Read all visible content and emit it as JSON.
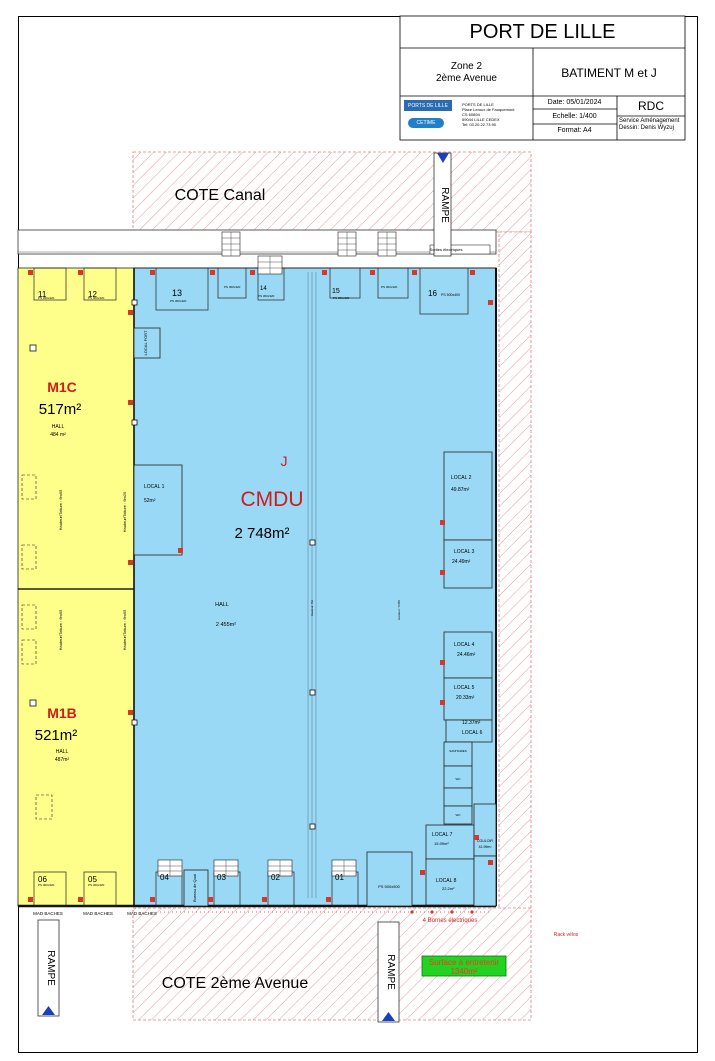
{
  "title_block": {
    "title": "PORT DE LILLE",
    "zone_line1": "Zone 2",
    "zone_line2": "2ème Avenue",
    "building": "BATIMENT M et J",
    "logo_top": "PORTS DE LILLE",
    "logo_bottom": "CETIME",
    "address_lines": [
      "PORTS DE LILLE",
      "Place Leroux de Fauquemont",
      "CS 60894",
      "59044 LILLE CEDEX",
      "Tel: 03.20.22.73.90"
    ],
    "date": "Date: 05/01/2024",
    "scale": "Echelle: 1/400",
    "format": "Format: A4",
    "level": "RDC",
    "service": "Service Aménagement",
    "drawn_by": "Dessin: Denis Wyzuj"
  },
  "labels": {
    "canal": "COTE  Canal",
    "avenue": "COTE  2ème  Avenue",
    "rampe_top": "RAMPE",
    "rampe_bottom": "RAMPE",
    "rampe_left": "RAMPE",
    "sorties": "Sorties électriques",
    "sorties_bottom": "4 Bornes électriques",
    "racks": "Rack vélos",
    "surface_line1": "Surface à entretenir",
    "surface_line2": "1340m²",
    "mad_1": "MAD BACHES",
    "mad_2": "MAD BACHES",
    "mad_3": "MAD BACHES"
  },
  "cell_j": {
    "letter": "J",
    "tenant": "CMDU",
    "area": "2 748m²",
    "hall_label": "HALL",
    "hall_area": "2 455m²"
  },
  "cell_m1c": {
    "name": "M1C",
    "area": "517m²",
    "hall_label": "HALL",
    "hall_area": "484 m²",
    "height_label": "Hauteur/Toiture : 6m95",
    "height_label_b": "Hauteur/Toiture : 6m25"
  },
  "cell_m1b": {
    "name": "M1B",
    "area": "521m²",
    "hall_label": "HALL",
    "hall_area": "487m²",
    "height_label": "Hauteur/Toiture : 6m95"
  },
  "locals": [
    {
      "name": "LOCAL 1",
      "area": "52m²"
    },
    {
      "name": "LOCAL 2",
      "area": "49.87m²"
    },
    {
      "name": "LOCAL 3",
      "area": "24.49m²"
    },
    {
      "name": "LOCAL 4",
      "area": "24.46m²"
    },
    {
      "name": "LOCAL 5",
      "area": "20.33m²"
    },
    {
      "name": "LOCAL 6",
      "area": "12.37m²"
    },
    {
      "name": "LOCAL 7",
      "area": "15.99m²"
    },
    {
      "name": "LOCAL 8",
      "area": "22.2m²"
    }
  ],
  "small_labels": {
    "local_fort": "LOCAL FORT",
    "bureau_quai": "Bureau de Quai",
    "couloir": "COULOIR",
    "couloir_area": "41.99m²",
    "wc_a": "SANITAIRES",
    "wc_b": "WC",
    "wc_c": "WC",
    "hauteur_a": "Hauteur: 8m",
    "hauteur_b": "Hauteur: 7m55"
  },
  "docks": {
    "top": [
      {
        "num": "11",
        "door": "PS 300x320"
      },
      {
        "num": "12",
        "door": "PS 300x320"
      },
      {
        "num": "13",
        "door": "PS 300x320"
      },
      {
        "num": "14",
        "door": "PS 300x320"
      },
      {
        "num": "15",
        "door": "PS 300x320"
      },
      {
        "num": "16",
        "door": "PS 500x400"
      }
    ],
    "top_doors": [
      "PS 300x320",
      "PS 300x320"
    ],
    "bottom": [
      {
        "num": "06",
        "door": "PS 300x320"
      },
      {
        "num": "05",
        "door": "PS 300x320"
      },
      {
        "num": "04",
        "door": ""
      },
      {
        "num": "03",
        "door": ""
      },
      {
        "num": "02",
        "door": ""
      },
      {
        "num": "01",
        "door": ""
      }
    ],
    "bottom_door_big": "PS 500x500"
  },
  "colors": {
    "cell_j": "#99d9f5",
    "cell_m": "#fefe8a",
    "hatch": "#e68a8a",
    "surface_green": "#22d322",
    "marker_red": "#d9362a",
    "label_red": "#d01c1c",
    "rampe_blue": "#1a3fbf"
  }
}
